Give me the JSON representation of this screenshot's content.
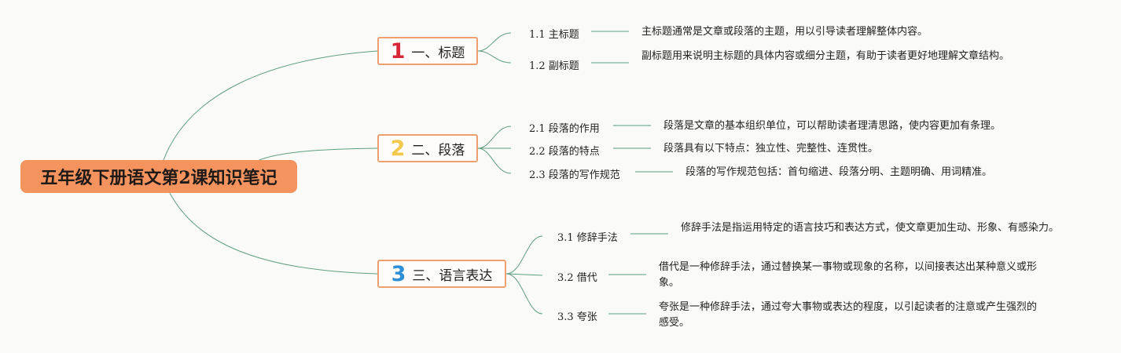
{
  "root": {
    "title": "五年级下册语文第2课知识笔记"
  },
  "colors": {
    "root_fill": "#f4935e",
    "branch_border": "#f0a070",
    "link": "#5f9e7e",
    "num1": "#d72638",
    "num2": "#f2c94c",
    "num3": "#2d8fd5"
  },
  "branches": [
    {
      "num": "1",
      "label": "一、标题",
      "children": [
        {
          "label": "1.1 主标题",
          "text": "主标题通常是文章或段落的主题，用以引导读者理解整体内容。"
        },
        {
          "label": "1.2 副标题",
          "text": "副标题用来说明主标题的具体内容或细分主题，有助于读者更好地理解文章结构。"
        }
      ]
    },
    {
      "num": "2",
      "label": "二、段落",
      "children": [
        {
          "label": "2.1 段落的作用",
          "text": "段落是文章的基本组织单位，可以帮助读者理清思路，使内容更加有条理。"
        },
        {
          "label": "2.2 段落的特点",
          "text": "段落具有以下特点：独立性、完整性、连贯性。"
        },
        {
          "label": "2.3 段落的写作规范",
          "text": "段落的写作规范包括：首句缩进、段落分明、主题明确、用词精准。"
        }
      ]
    },
    {
      "num": "3",
      "label": "三、语言表达",
      "children": [
        {
          "label": "3.1 修辞手法",
          "text": "修辞手法是指运用特定的语言技巧和表达方式，使文章更加生动、形象、有感染力。"
        },
        {
          "label": "3.2 借代",
          "text": "借代是一种修辞手法，通过替换某一事物或现象的名称，以间接表达出某种意义或形象。"
        },
        {
          "label": "3.3 夸张",
          "text": "夸张是一种修辞手法，通过夸大事物或表达的程度，以引起读者的注意或产生强烈的感受。"
        }
      ]
    }
  ]
}
